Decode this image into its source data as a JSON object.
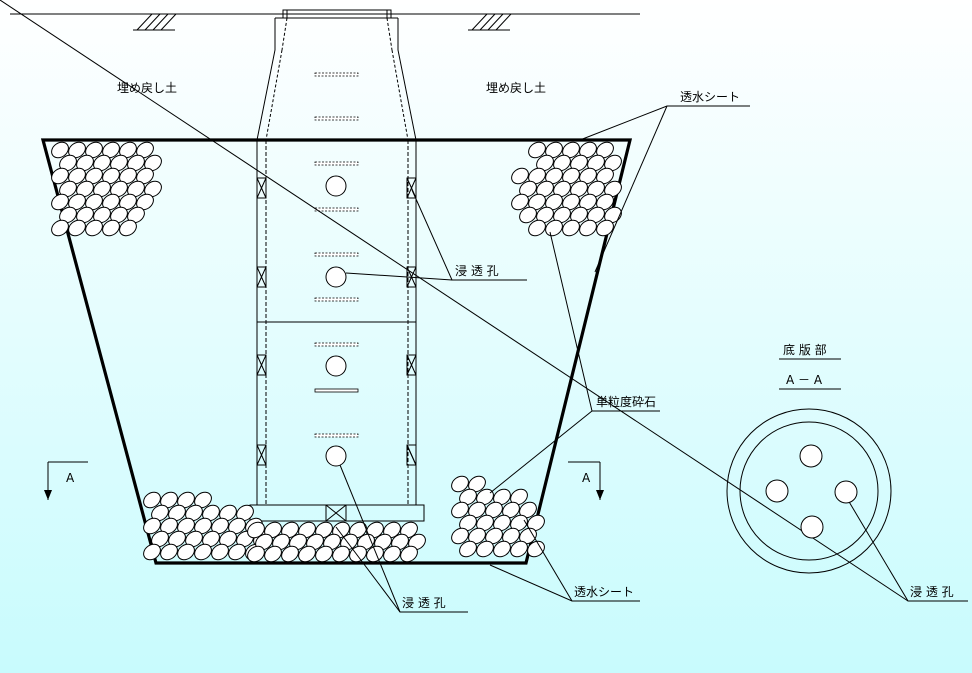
{
  "labels": {
    "backfill_left": "埋め戻し土",
    "backfill_right": "埋め戻し土",
    "permeable_sheet_top": "透水シート",
    "permeable_sheet_bottom": "透水シート",
    "infiltration_hole_middle": "浸 透 孔",
    "infiltration_hole_bottom": "浸 透 孔",
    "infiltration_hole_plan": "浸 透 孔",
    "single_size_gravel": "単粒度砕石",
    "section_title": "底 版 部",
    "section_mark": "A － A",
    "section_a_left": "A",
    "section_a_right": "A"
  },
  "colors": {
    "background_top": "#ffffff",
    "background_bottom": "#ccffff",
    "line": "#000000"
  },
  "icons": {
    "ground_hatch": "ground-hatch-icon",
    "section_arrow": "section-arrow-icon"
  }
}
